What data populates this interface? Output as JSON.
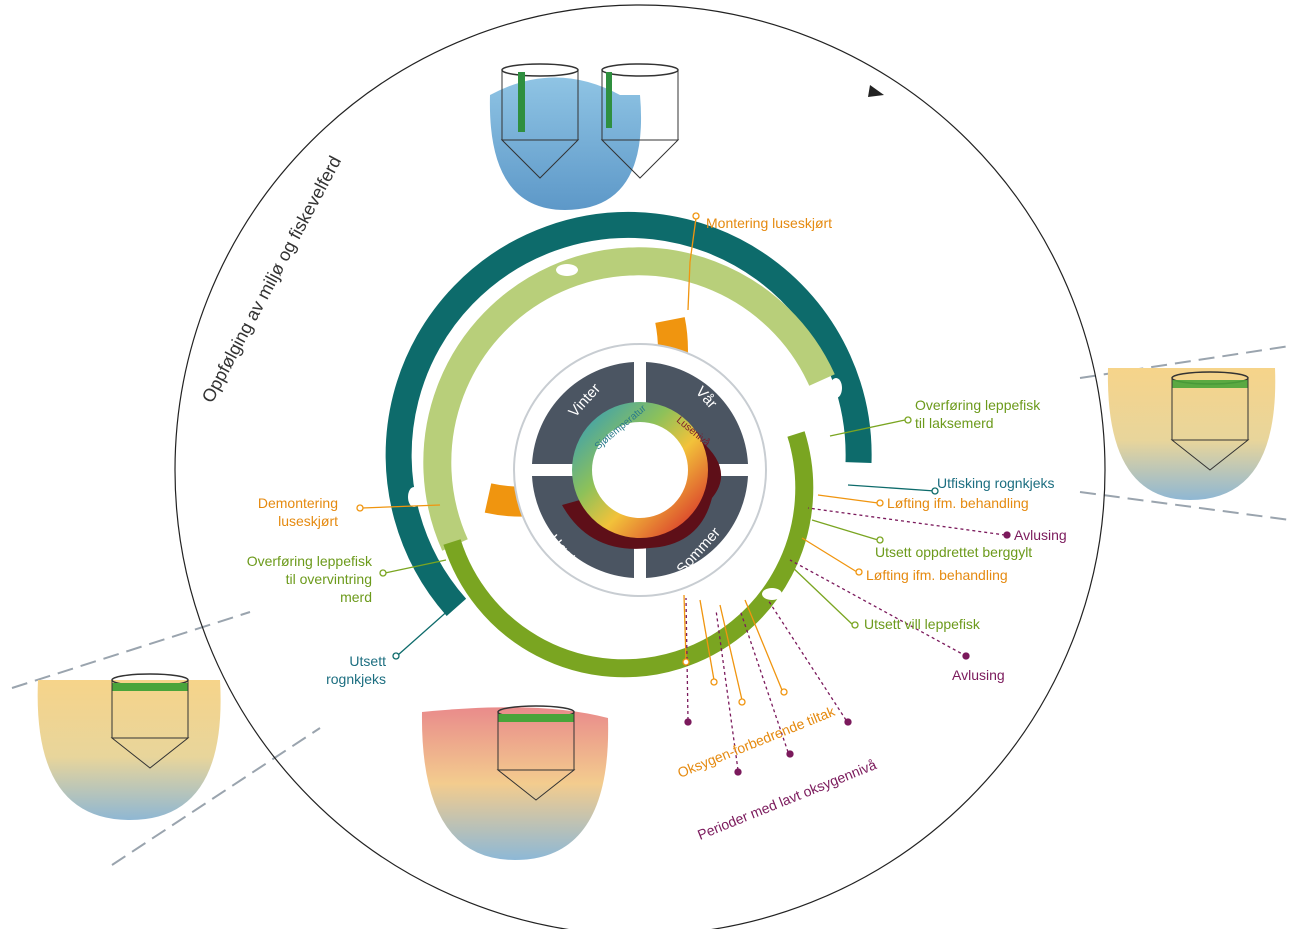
{
  "outer_circle_label": "Oppfølging av miljø og fiskevelferd",
  "seasons": {
    "winter": "Vinter",
    "spring": "Vår",
    "summer": "Sommer",
    "autumn": "Høst"
  },
  "inner_ring_labels": {
    "sea_temperature": "Sjøtemperatur",
    "lice_level": "Lusenivå"
  },
  "activities": {
    "montering_luseskjort": "Montering luseskjørt",
    "overforing_laksemerd_line1": "Overføring leppefisk",
    "overforing_laksemerd_line2": "til laksemerd",
    "utfisking_rognkjeks": "Utfisking rognkjeks",
    "lofting_behandling_1": "Løfting ifm. behandling",
    "avlusing_1": "Avlusing",
    "utsett_oppdrettet_berggylt": "Utsett oppdrettet berggylt",
    "lofting_behandling_2": "Løfting ifm. behandling",
    "utsett_vill_leppefisk": "Utsett vill leppefisk",
    "avlusing_2": "Avlusing",
    "oksygen_tiltak": "Oksygen-forbedrende tiltak",
    "lavt_oksygen": "Perioder med lavt oksygennivå",
    "demontering_line1": "Demontering",
    "demontering_line2": "luseskjørt",
    "overforing_overvintring_line1": "Overføring leppefisk",
    "overforing_overvintring_line2": "til overvintring",
    "overforing_overvintring_line3": "merd",
    "utsett_rognkjeks_line1": "Utsett",
    "utsett_rognkjeks_line2": "rognkjeks"
  },
  "colors": {
    "teal": "#0d6b6b",
    "light_green": "#b8cf7a",
    "green": "#7aa521",
    "orange": "#f0950f",
    "season_gray": "#4b5562",
    "purple": "#7b1a5c",
    "blue_label": "#1c6e80",
    "dark_red": "#5e0f18"
  },
  "icons": [
    "cage-icon",
    "fish-icon",
    "lice-skirt-icon"
  ]
}
